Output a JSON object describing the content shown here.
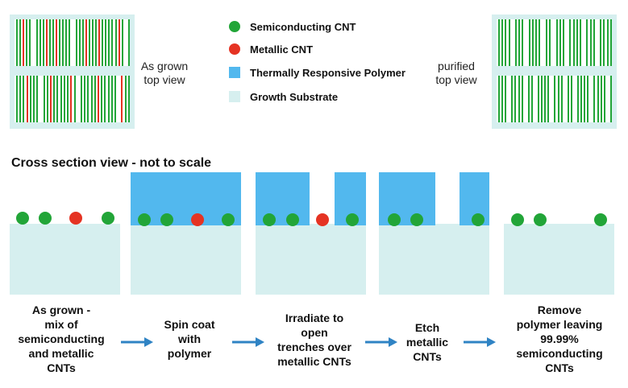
{
  "colors": {
    "semiconducting": "#22a538",
    "metallic": "#e53323",
    "polymer": "#52b8ee",
    "substrate": "#d6efef",
    "arrow": "#2f83c4"
  },
  "legend": {
    "items": [
      {
        "label": "Semiconducting CNT",
        "swatch": "green-dot"
      },
      {
        "label": "Metallic CNT",
        "swatch": "red-dot"
      },
      {
        "label": "Thermally Responsive Polymer",
        "swatch": "blue-square"
      },
      {
        "label": "Growth Substrate",
        "swatch": "light-square"
      }
    ]
  },
  "top_views": {
    "as_grown_label": "As grown\ntop view",
    "purified_label": "purified\ntop view"
  },
  "cross_section": {
    "title": "Cross section view - not to scale",
    "steps": [
      {
        "caption": "As grown -\nmix of\nsemiconducting\nand metallic\nCNTs",
        "tubes": [
          "semiconducting",
          "semiconducting",
          "metallic",
          "semiconducting"
        ]
      },
      {
        "caption": "Spin coat\nwith\npolymer",
        "tubes": [
          "semiconducting",
          "semiconducting",
          "metallic",
          "semiconducting"
        ]
      },
      {
        "caption": "Irradiate to\nopen\ntrenches over\nmetallic CNTs",
        "tubes": [
          "semiconducting",
          "semiconducting",
          "metallic",
          "semiconducting"
        ]
      },
      {
        "caption": "Etch\nmetallic\nCNTs",
        "tubes": [
          "semiconducting",
          "semiconducting",
          "semiconducting"
        ]
      },
      {
        "caption": "Remove\npolymer leaving\n99.99%\nsemiconducting\nCNTs",
        "tubes": [
          "semiconducting",
          "semiconducting",
          "semiconducting"
        ]
      }
    ]
  }
}
